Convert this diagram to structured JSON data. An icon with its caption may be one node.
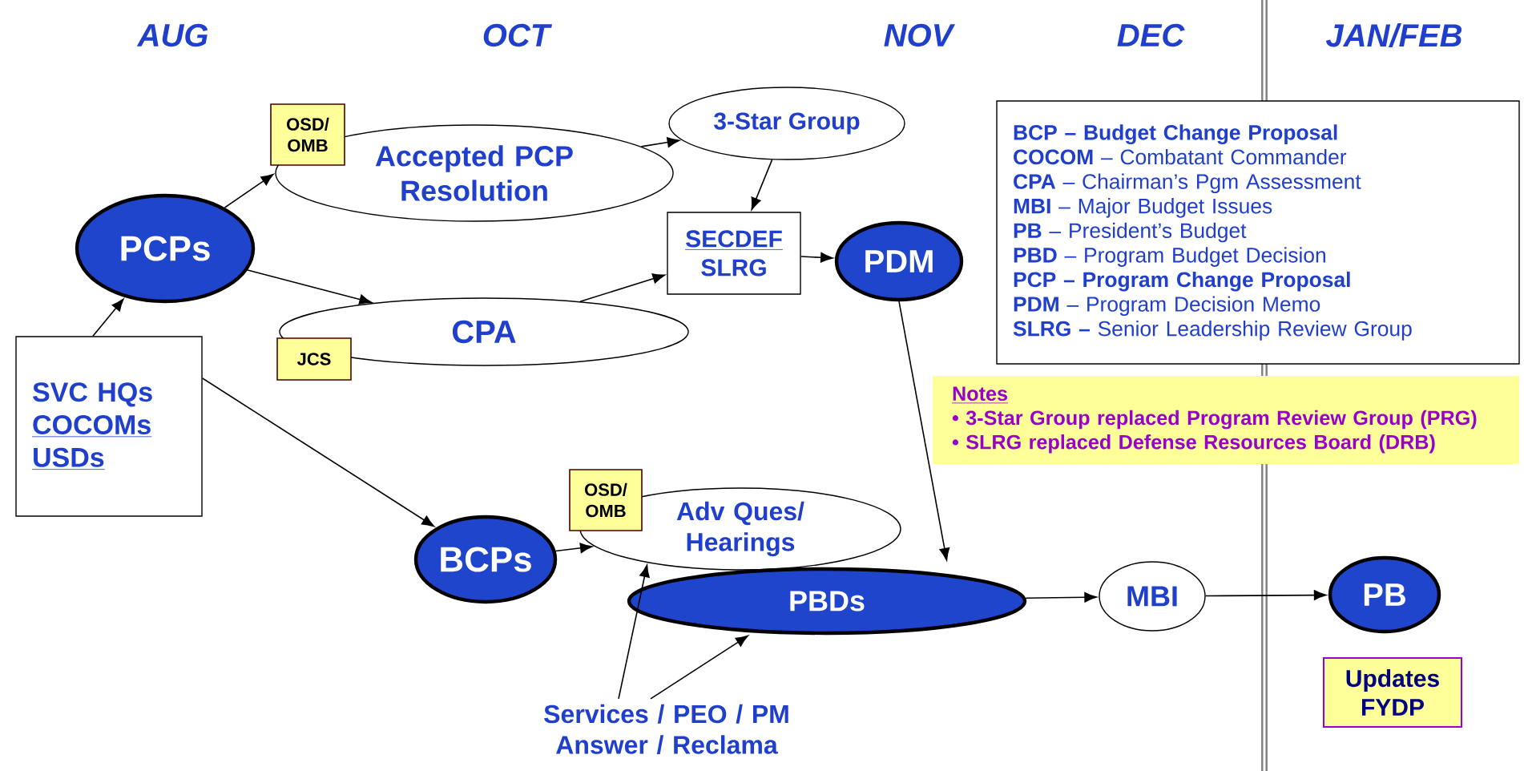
{
  "diagram": {
    "nodes": [
      {
        "text": [
          "PCPs"
        ]
      },
      {
        "text": [
          "SVC HQs",
          "COCOMs",
          "USDs"
        ]
      },
      {
        "text": [
          "OSD/ OMB"
        ]
      },
      {
        "text": [
          "Accepted PCP Resolution"
        ]
      },
      {
        "text": [
          "JCS"
        ]
      },
      {
        "text": [
          "CPA"
        ]
      },
      {
        "text": [
          "3-Star Group"
        ]
      },
      {
        "text": [
          "SECDEF",
          "SLRG"
        ]
      },
      {
        "text": [
          "PDM"
        ]
      },
      {
        "text": [
          "BCPs"
        ]
      },
      {
        "text": [
          "OSD/ OMB"
        ]
      },
      {
        "text": [
          "Adv Ques/ Hearings"
        ]
      },
      {
        "text": [
          "PBDs"
        ]
      },
      {
        "text": [
          "MBI"
        ]
      },
      {
        "text": [
          "PB"
        ]
      },
      {
        "text": [
          "Updates FYDP"
        ]
      },
      {
        "text": [
          "Services / PEO / PM Answer / Reclama"
        ]
      },
      {
        "text": [
          "**BCP – Budget Change Proposal**",
          "**COCOM** – Combatant Commander",
          "**CPA** – Chairman’s Pgm Assessment",
          "**MBI** – Major Budget Issues",
          "**PB** – President’s Budget",
          "**PBD** – Program Budget Decision",
          "**PCP – Program Change Proposal**",
          "**PDM** – Program Decision Memo",
          "**SLRG –** Senior Leadership Review Group"
        ]
      },
      {
        "text": [
          "Notes",
          "• 3-Star Group replaced Program Review Group (PRG)",
          "• SLRG replaced Defense Resources Board (DRB)"
        ]
      }
    ],
    "edges": [
      {
        "from": 1,
        "to": 0,
        "arrow": "to"
      },
      {
        "from": 0,
        "to": 3,
        "arrow": "to"
      },
      {
        "from": 0,
        "to": 5,
        "arrow": "to"
      },
      {
        "from": 3,
        "to": 6,
        "arrow": "to"
      },
      {
        "from": 6,
        "to": 7,
        "arrow": "to"
      },
      {
        "from": 5,
        "to": 7,
        "arrow": "to"
      },
      {
        "from": 7,
        "to": 8,
        "arrow": "to"
      },
      {
        "from": 8,
        "to": 12,
        "arrow": "to"
      },
      {
        "from": 1,
        "to": 9,
        "arrow": "to"
      },
      {
        "from": 9,
        "to": 11,
        "arrow": "to"
      },
      {
        "from": 16,
        "to": 11,
        "arrow": "to"
      },
      {
        "from": 16,
        "to": 12,
        "arrow": "to"
      },
      {
        "from": 12,
        "to": 13,
        "arrow": "to"
      },
      {
        "from": 13,
        "to": 14,
        "arrow": "to"
      }
    ],
    "labels": [
      "AUG",
      "OCT",
      "NOV",
      "DEC",
      "JAN/FEB"
    ]
  }
}
